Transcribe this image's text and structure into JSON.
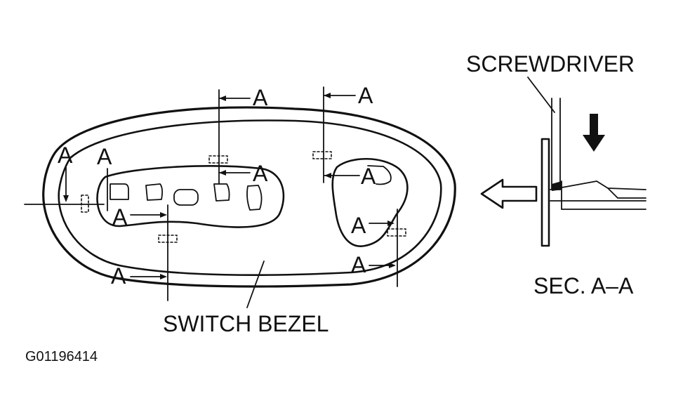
{
  "labels": {
    "section_marker": "A",
    "screwdriver": "SCREWDRIVER",
    "section": "SEC. A–A",
    "switch_bezel": "SWITCH BEZEL",
    "figure_code": "G01196414"
  },
  "icons": {
    "push_arrow": "down-arrow-icon",
    "removal_arrow": "left-arrow-icon"
  }
}
